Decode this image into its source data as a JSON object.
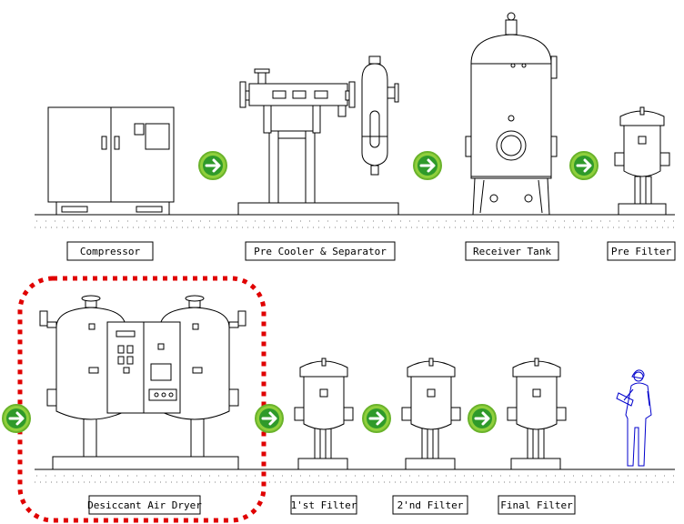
{
  "diagram": {
    "labels": {
      "compressor": "Compressor",
      "precooler": "Pre Cooler & Separator",
      "receiver": "Receiver Tank",
      "prefilter": "Pre Filter",
      "dryer": "Desiccant Air Dryer",
      "filter1": "1'st Filter",
      "filter2": "2'nd Filter",
      "filter3": "Final Filter"
    },
    "colors": {
      "arrow_ring": "#8fcf3c",
      "arrow_fill": "#2f9a2a",
      "highlight": "#e00000",
      "person": "#0000cc",
      "line": "#000000"
    },
    "arrow_icon": "right-arrow-circle-icon",
    "person_icon": "operator-person-icon"
  }
}
